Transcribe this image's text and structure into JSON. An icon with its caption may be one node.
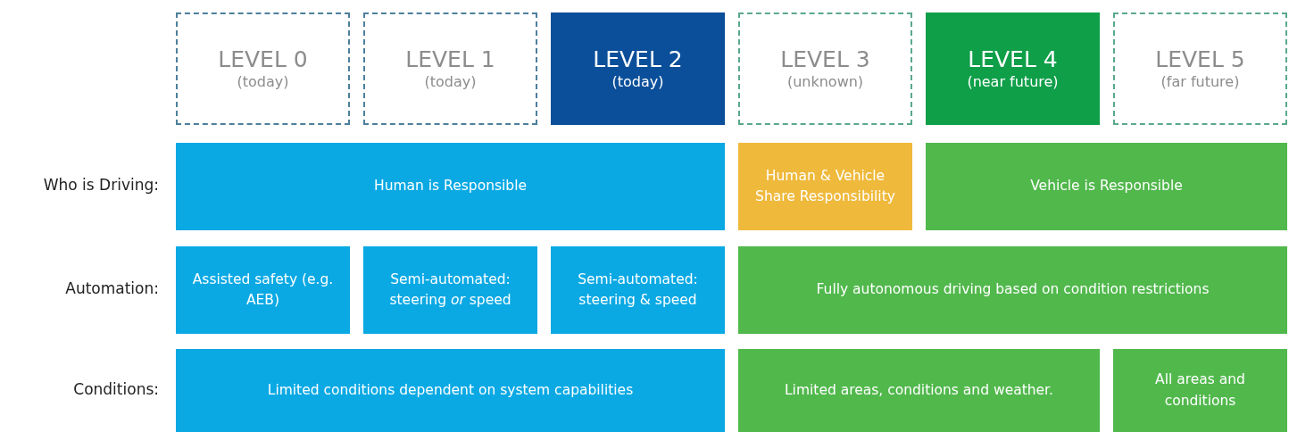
{
  "diagram": {
    "nodes": [
      {
        "text": [
          "LEVEL 0",
          "(today)"
        ]
      },
      {
        "text": [
          "LEVEL 1",
          "(today)"
        ]
      },
      {
        "text": [
          "LEVEL 2",
          "(today)"
        ]
      },
      {
        "text": [
          "LEVEL 3",
          "(unknown)"
        ]
      },
      {
        "text": [
          "LEVEL 4",
          "(near future)"
        ]
      },
      {
        "text": [
          "LEVEL 5",
          "(far future)"
        ]
      },
      {
        "text": [
          "Human is Responsible"
        ]
      },
      {
        "text": [
          "Human & Vehicle Share Responsibility"
        ]
      },
      {
        "text": [
          "Vehicle is Responsible"
        ]
      },
      {
        "text": [
          "Assisted safety (e.g. AEB)"
        ]
      },
      {
        "text": [
          "Semi-automated: steering *or* speed"
        ]
      },
      {
        "text": [
          "Semi-automated: steering & speed"
        ]
      },
      {
        "text": [
          "Fully autonomous driving based on condition restrictions"
        ]
      },
      {
        "text": [
          "Limited conditions dependent on system capabilities"
        ]
      },
      {
        "text": [
          "Limited areas, conditions and weather."
        ]
      },
      {
        "text": [
          "All areas and conditions"
        ]
      }
    ],
    "labels": [
      "Who is Driving:",
      "Automation:",
      "Conditions:"
    ]
  }
}
